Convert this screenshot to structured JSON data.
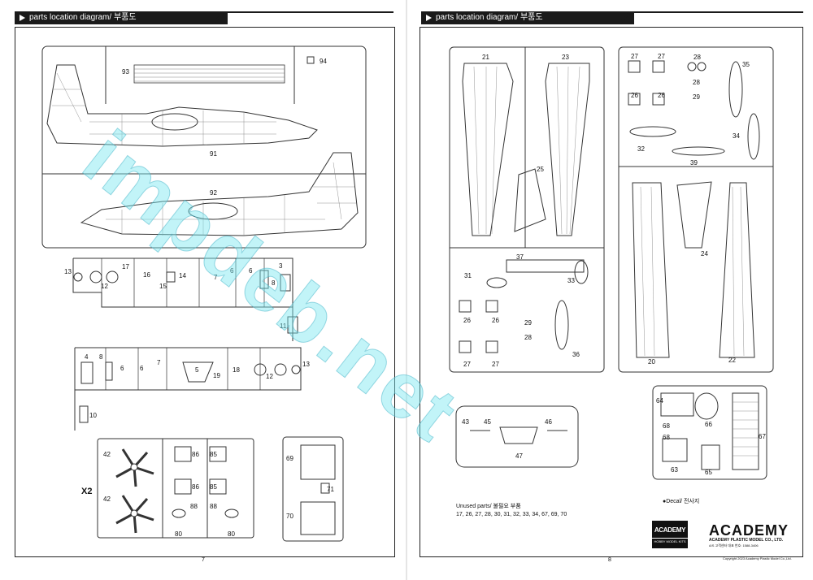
{
  "header_title": "parts location diagram/ 부품도",
  "page_left": {
    "page_number": "7",
    "part_labels": [
      "93",
      "94",
      "91",
      "92",
      "13",
      "12",
      "17",
      "16",
      "15",
      "14",
      "7",
      "6",
      "6",
      "3",
      "8",
      "11",
      "4",
      "8",
      "6",
      "6",
      "7",
      "5",
      "19",
      "18",
      "12",
      "13",
      "10",
      "42",
      "42",
      "X2",
      "86",
      "85",
      "86",
      "85",
      "88",
      "88",
      "80",
      "80",
      "69",
      "71",
      "70"
    ]
  },
  "page_right": {
    "page_number": "8",
    "part_labels": [
      "21",
      "23",
      "25",
      "27",
      "27",
      "28",
      "26",
      "26",
      "29",
      "28",
      "32",
      "34",
      "39",
      "35",
      "37",
      "31",
      "33",
      "26",
      "26",
      "29",
      "28",
      "27",
      "27",
      "36",
      "24",
      "20",
      "22",
      "43",
      "45",
      "46",
      "47",
      "64",
      "66",
      "68",
      "68",
      "63",
      "65",
      "67"
    ],
    "unused_label": "Unused parts/ 불필요 부품",
    "unused_list": "17, 26, 27, 28, 30, 31, 32, 33, 34, 67, 69, 70",
    "decal_label": "●Decal/ 전사지",
    "badge_top": "ACADEMY",
    "badge_bottom": "HOBBY MODEL KITS",
    "brand_name": "ACADEMY",
    "brand_company": "ACADEMY PLASTIC MODEL CO., LTD.",
    "brand_info": "A/S 고객센터 대표 번호: 1588-3406",
    "copyright": "Copyright 2023 Academy Plastic Model Co.,Ltd."
  },
  "watermark": "impdeb.net",
  "colors": {
    "ink": "#111111",
    "header_bg": "#1a1a1a",
    "watermark": "#78e6f0"
  }
}
